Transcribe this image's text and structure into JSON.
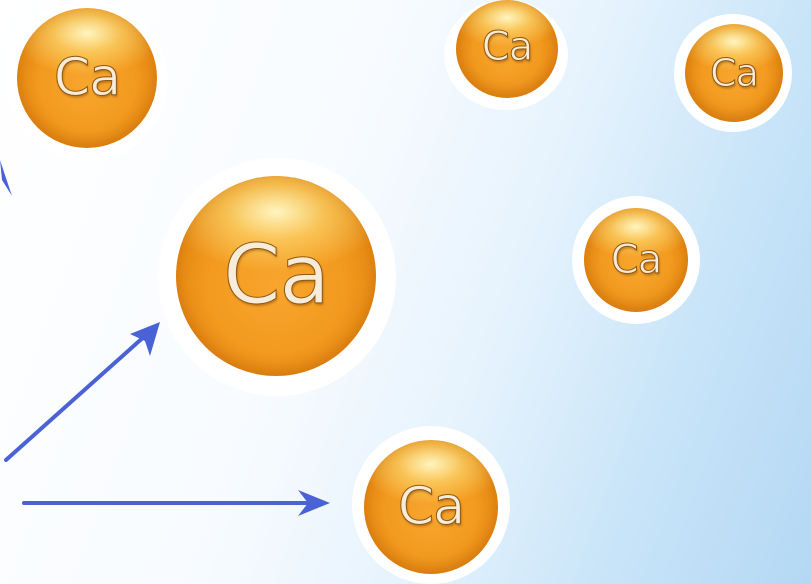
{
  "scene": {
    "description_free": true,
    "element_symbol": "Ca",
    "colors": {
      "sphere_orange": "#f39a1f",
      "sphere_highlight": "#fff4c0",
      "symbol_fill": "#f7ecd9",
      "halo": "#ffffff",
      "arrow": "#4a62d6",
      "background_left": "#ffffff",
      "background_right": "#b4d8f4"
    }
  },
  "spheres": [
    {
      "label": "Ca"
    },
    {
      "label": "Ca"
    },
    {
      "label": "Ca"
    },
    {
      "label": "Ca"
    },
    {
      "label": "Ca"
    },
    {
      "label": "Ca"
    }
  ]
}
